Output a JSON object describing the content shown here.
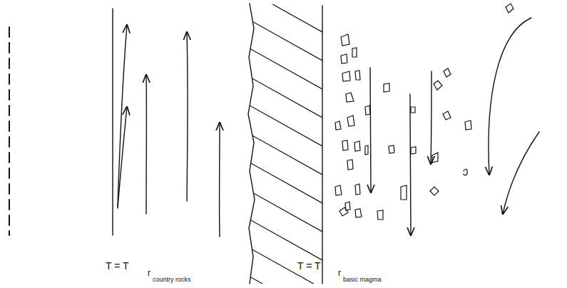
{
  "diagram": {
    "labels": [
      "T = T",
      "r",
      "country rocks",
      "T = T",
      "r",
      "basic magma"
    ]
  }
}
